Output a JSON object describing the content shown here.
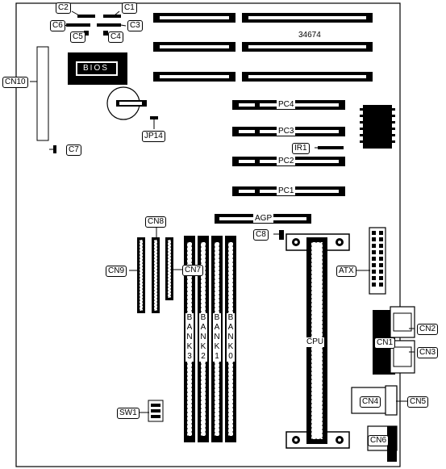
{
  "board_number": "34674",
  "bios_label": "BIOS",
  "callouts": {
    "c1": "C1",
    "c2": "C2",
    "c3": "C3",
    "c4": "C4",
    "c5": "C5",
    "c6": "C6",
    "c7": "C7",
    "c8": "C8",
    "cn10": "CN10",
    "jp14": "JP14",
    "ir1": "IR1",
    "cn8": "CN8",
    "cn9": "CN9",
    "cn7": "CN7",
    "atx": "ATX",
    "cn1": "CN1",
    "cn2": "CN2",
    "cn3": "CN3",
    "cn4": "CN4",
    "cn5": "CN5",
    "cn6": "CN6",
    "sw1": "SW1"
  },
  "slots": {
    "pc1": "PC1",
    "pc2": "PC2",
    "pc3": "PC3",
    "pc4": "PC4",
    "agp": "AGP"
  },
  "banks": {
    "bank3": "BANK3",
    "bank2": "BANK2",
    "bank1": "BANK1",
    "bank0": "BANK0"
  },
  "cpu_label": "CPU"
}
